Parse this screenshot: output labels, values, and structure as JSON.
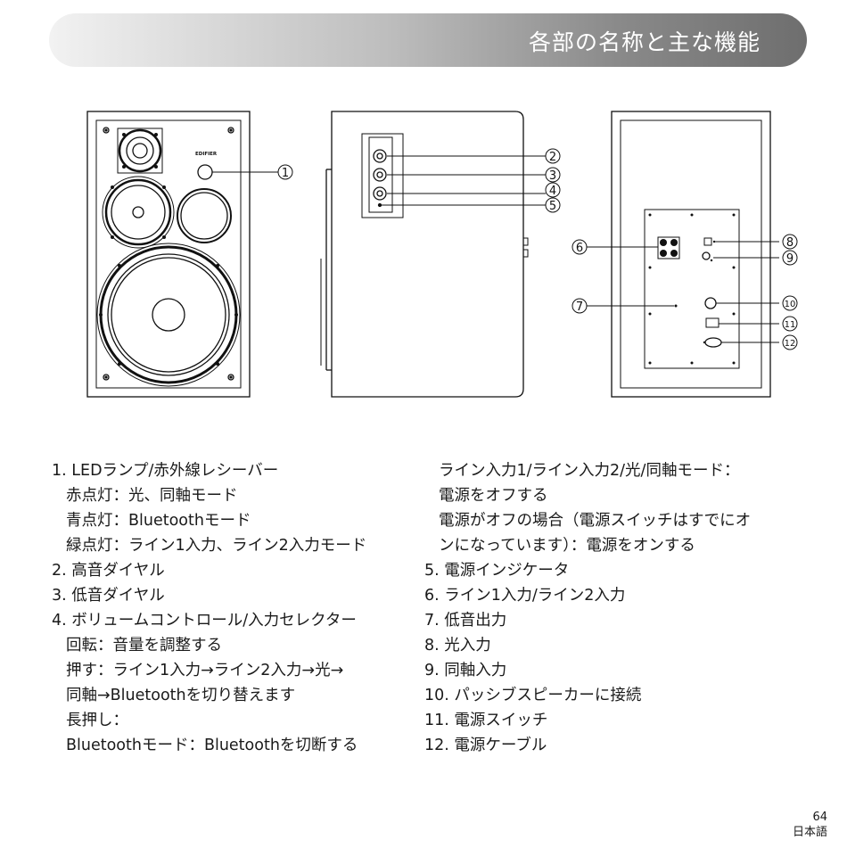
{
  "header": {
    "title": "各部の名称と主な機能"
  },
  "diagram": {
    "brand_label": "EDIFIER",
    "callouts": [
      "1",
      "2",
      "3",
      "4",
      "5",
      "6",
      "7",
      "8",
      "9",
      "10",
      "11",
      "12"
    ]
  },
  "left_column": [
    {
      "text": "1. LEDランプ/赤外線レシーバー",
      "indent": false
    },
    {
      "text": "赤点灯：光、同軸モード",
      "indent": true
    },
    {
      "text": "青点灯：Bluetoothモード",
      "indent": true
    },
    {
      "text": "緑点灯：ライン1入力、ライン2入力モード",
      "indent": true
    },
    {
      "text": "2. 高音ダイヤル",
      "indent": false
    },
    {
      "text": "3. 低音ダイヤル",
      "indent": false
    },
    {
      "text": "4. ボリュームコントロール/入力セレクター",
      "indent": false
    },
    {
      "text": "回転：音量を調整する",
      "indent": true
    },
    {
      "text": "押す：ライン1入力→ライン2入力→光→",
      "indent": true
    },
    {
      "text": "同軸→Bluetoothを切り替えます",
      "indent": true
    },
    {
      "text": "長押し：",
      "indent": true
    },
    {
      "text": "Bluetoothモード：Bluetoothを切断する",
      "indent": true
    }
  ],
  "right_column": [
    {
      "text": "ライン入力1/ライン入力2/光/同軸モード：",
      "indent": true
    },
    {
      "text": "電源をオフする",
      "indent": true
    },
    {
      "text": "電源がオフの場合（電源スイッチはすでにオ",
      "indent": true
    },
    {
      "text": "ンになっています）：電源をオンする",
      "indent": true
    },
    {
      "text": "5. 電源インジケータ",
      "indent": false
    },
    {
      "text": "6. ライン1入力/ライン2入力",
      "indent": false
    },
    {
      "text": "7. 低音出力",
      "indent": false
    },
    {
      "text": "8. 光入力",
      "indent": false
    },
    {
      "text": "9. 同軸入力",
      "indent": false
    },
    {
      "text": "10. パッシブスピーカーに接続",
      "indent": false
    },
    {
      "text": "11. 電源スイッチ",
      "indent": false
    },
    {
      "text": "12. 電源ケーブル",
      "indent": false
    }
  ],
  "footer": {
    "page_number": "64",
    "language": "日本語"
  }
}
